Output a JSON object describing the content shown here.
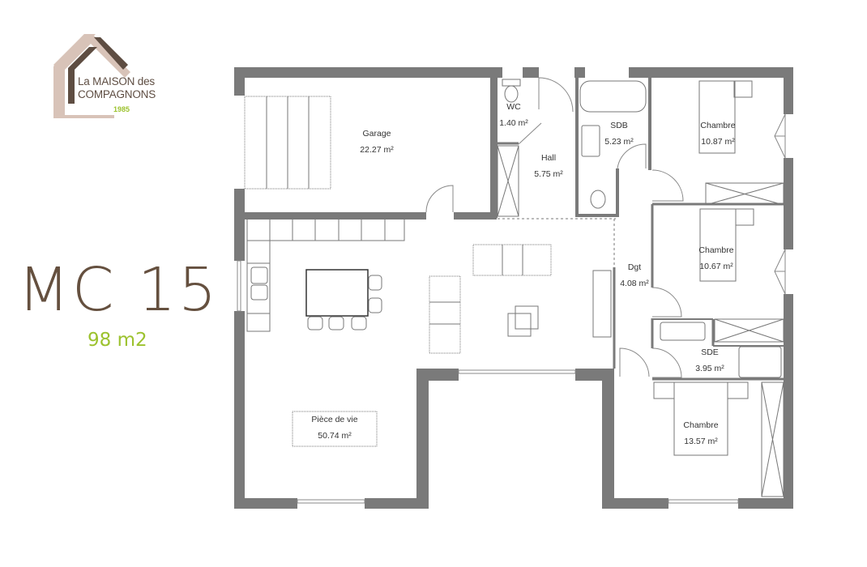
{
  "brand": {
    "name_line1": "La MAISON des",
    "name_line2": "COMPAGNONS",
    "year": "1985",
    "colors": {
      "brown": "#5e4d42",
      "beige": "#d8c3b8",
      "green": "#9cc22e"
    }
  },
  "model": {
    "title": "MC 15",
    "area": "98 m2"
  },
  "plan": {
    "wall_color": "#7a7a7a",
    "rooms": [
      {
        "name": "Garage",
        "area": "22.27 m²"
      },
      {
        "name": "WC",
        "area": "1.40 m²"
      },
      {
        "name": "Hall",
        "area": "5.75 m²"
      },
      {
        "name": "SDB",
        "area": "5.23 m²"
      },
      {
        "name": "Chambre",
        "area": "10.87 m²"
      },
      {
        "name": "Chambre",
        "area": "10.67 m²"
      },
      {
        "name": "Dgt",
        "area": "4.08 m²"
      },
      {
        "name": "SDE",
        "area": "3.95 m²"
      },
      {
        "name": "Chambre",
        "area": "13.57 m²"
      },
      {
        "name": "Pièce de vie",
        "area": "50.74 m²"
      }
    ]
  }
}
